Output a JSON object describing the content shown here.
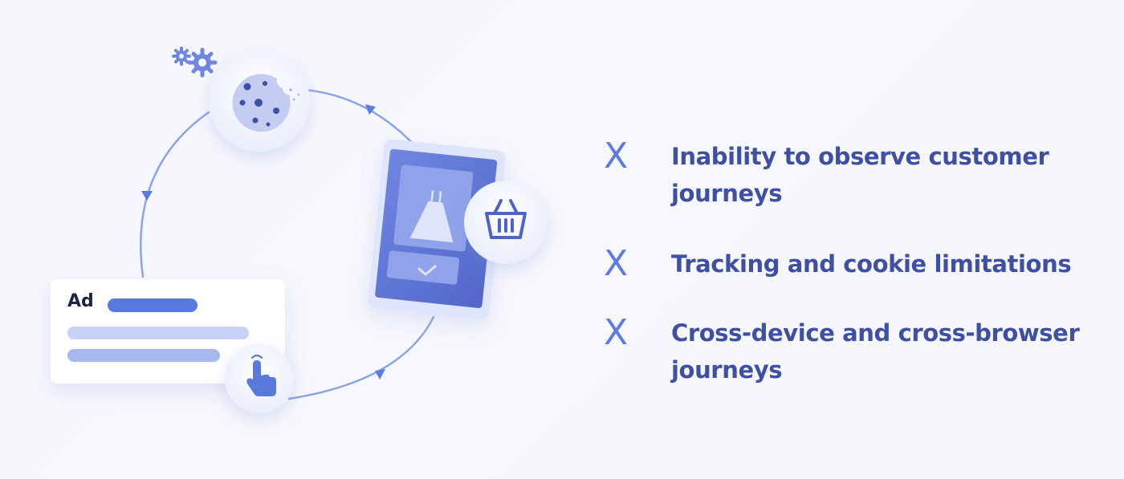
{
  "ad_card": {
    "label": "Ad"
  },
  "issues": [
    {
      "mark": "X",
      "text": "Inability to observe customer journeys"
    },
    {
      "mark": "X",
      "text": "Tracking and cookie limitations"
    },
    {
      "mark": "X",
      "text": "Cross-device and cross-browser journeys"
    }
  ],
  "colors": {
    "accent": "#5b7be2",
    "text": "#3f4fa3",
    "cycle_line": "#8ea3e6",
    "light_blue": "#c7d2f6",
    "dark_blue": "#4f64c8"
  },
  "icons": [
    "gear-icon",
    "cookie-icon",
    "basket-icon",
    "pointer-hand-icon",
    "checkmark-icon",
    "lamp-icon"
  ]
}
